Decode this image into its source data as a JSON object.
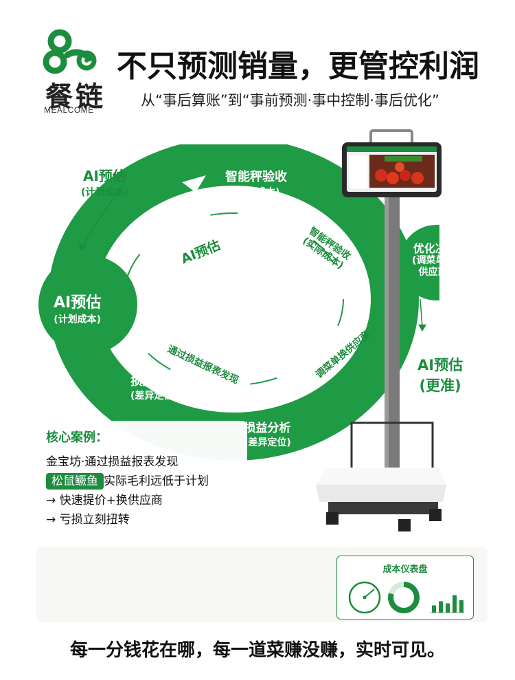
{
  "brand": {
    "name_cn": "餐链",
    "name_en": "MEALCOME",
    "color": "#1c8d3e"
  },
  "header": {
    "headline": "不只预测销量，更管控利润",
    "subline": "从“事后算账”到“事前预测·事中控制·事后优化”"
  },
  "cycle": {
    "ai_top": {
      "title": "AI预估",
      "sub": "(计划成本)"
    },
    "scale_top": {
      "title": "智能秤验收",
      "sub": "(实际成本)"
    },
    "ai_left": {
      "title": "AI预估",
      "sub": "(计划成本)"
    },
    "optimize": {
      "title": "优化决策",
      "sub1": "(调菜单/换",
      "sub2": "供应商)"
    },
    "ai_right": {
      "title": "AI预估",
      "sub": "(更准)"
    },
    "loss_left": {
      "title": "损益分析",
      "sub": "(差异定位)"
    },
    "loss_bottom": {
      "title": "损益分析",
      "sub": "(差异定位)"
    },
    "inner_ai": "AI预估",
    "inner_scale_1": "智能秤验收",
    "inner_scale_2": "(实际成本)",
    "inner_loss": "通过损益报表发现",
    "inner_dish": "调菜单换供应商"
  },
  "case_study": {
    "title": "核心案例：",
    "line1": "金宝坊·通过损益报表发现",
    "highlight": "松鼠鳜鱼",
    "line2_rest": "实际毛利远低于计划",
    "line3": "→ 快速提价+换供应商",
    "line4": "→ 亏损立刻扭转"
  },
  "dashboard": {
    "title": "成本仪表盘",
    "bars": [
      0.35,
      0.55,
      0.45,
      0.85,
      0.6
    ]
  },
  "footer": "每一分钱花在哪，每一道菜赚没赚，实时可见。",
  "icons": [
    "brand-logo-icon",
    "arrow-icon",
    "smart-scale-icon",
    "gauge-icon",
    "donut-chart-icon",
    "bar-chart-icon"
  ]
}
